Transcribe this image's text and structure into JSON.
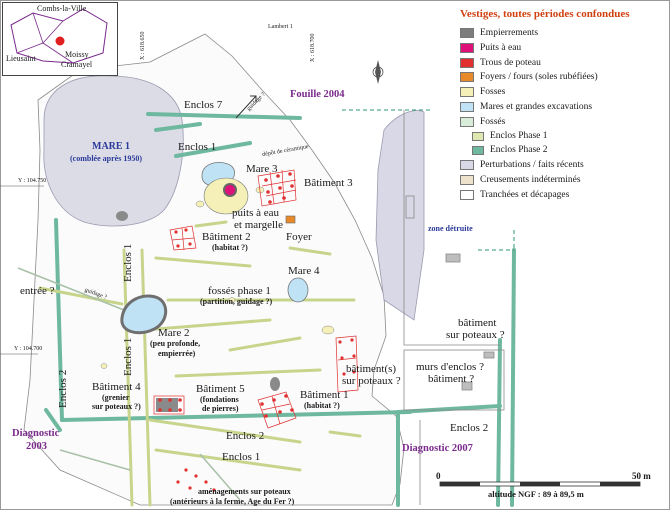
{
  "legend": {
    "title": "Vestiges, toutes périodes confondues",
    "items": [
      {
        "label": "Empierrements",
        "color": "#7d7d7d"
      },
      {
        "label": "Puits à eau",
        "color": "#e0107a"
      },
      {
        "label": "Trous de poteau",
        "color": "#e03030"
      },
      {
        "label": "Foyers / fours (soles rubéfiées)",
        "color": "#e88a2a"
      },
      {
        "label": "Fosses",
        "color": "#f4f0b8"
      },
      {
        "label": "Mares et grandes excavations",
        "color": "#bfe2f5"
      },
      {
        "label": "Fossés",
        "color": "#d8ecd8"
      },
      {
        "label": "Enclos Phase 1",
        "color": "#dfe8b0"
      },
      {
        "label": "Enclos Phase 2",
        "color": "#6fb8a0"
      },
      {
        "label": "Perturbations  / faits récents",
        "color": "#d8d8e6"
      },
      {
        "label": "Creusements indéterminés",
        "color": "#efe2cc"
      },
      {
        "label": "Tranchées et décapages",
        "color": "#ffffff"
      }
    ]
  },
  "inset": {
    "town_top": "Combs-la-Ville",
    "town_left": "Lieusaint",
    "town_right_1": "Moissy",
    "town_right_2": "Cramayel"
  },
  "coords": {
    "lambert": "Lambert 1",
    "x1": "X : 618.650",
    "x2": "X : 618.700",
    "y1": "Y : 104.750",
    "y2": "Y : 104.700"
  },
  "labels": {
    "fouille": "Fouille 2004",
    "diag2003_1": "Diagnostic",
    "diag2003_2": "2003",
    "diag2007": "Diagnostic 2007",
    "mare1_1": "MARE 1",
    "mare1_2": "(comblée après 1950)",
    "zone": "zone détruite",
    "enclos7": "Enclos 7",
    "enclos1_top": "Enclos 1",
    "enclos1_v1": "Enclos 1",
    "enclos1_v2": "Enclos 1",
    "enclos2_v": "Enclos 2",
    "enclos2_b": "Enclos 2",
    "enclos1_b": "Enclos 1",
    "enclos2_r": "Enclos 2",
    "depot": "dépôt de céramique",
    "guidage1": "guidage ?",
    "guidage2": "guidage ?",
    "mare3": "Mare 3",
    "puits_1": "puits à eau",
    "puits_2": "et margelle",
    "bat3": "Bâtiment 3",
    "foyer": "Foyer",
    "bat2_1": "Bâtiment 2",
    "bat2_2": "(habitat ?)",
    "mare4": "Mare 4",
    "fosses_1": "fossés phase 1",
    "fosses_2": "(partition, guidage ?)",
    "entree": "entrée ?",
    "mare2_1": "Mare 2",
    "mare2_2": "(peu profonde,",
    "mare2_3": "empierrée)",
    "bats_1": "bâtiment(s)",
    "bats_2": "sur poteaux ?",
    "bat4_1": "Bâtiment 4",
    "bat4_2": "(grenier",
    "bat4_3": "sur poteaux ?)",
    "bat5_1": "Bâtiment 5",
    "bat5_2": "(fondations",
    "bat5_3": "de pierres)",
    "bat1_1": "Bâtiment 1",
    "bat1_2": "(habitat ?)",
    "batr_1": "bâtiment",
    "batr_2": "sur poteaux ?",
    "murs_1": "murs d'enclos ?",
    "murs_2": "bâtiment ?",
    "amen_1": "aménagements sur poteaux",
    "amen_2": "(antérieurs à la ferme, Age du Fer ?)"
  },
  "scale": {
    "start": "0",
    "end": "50 m",
    "altitude": "altitude NGF : 89 à 89,5 m"
  }
}
